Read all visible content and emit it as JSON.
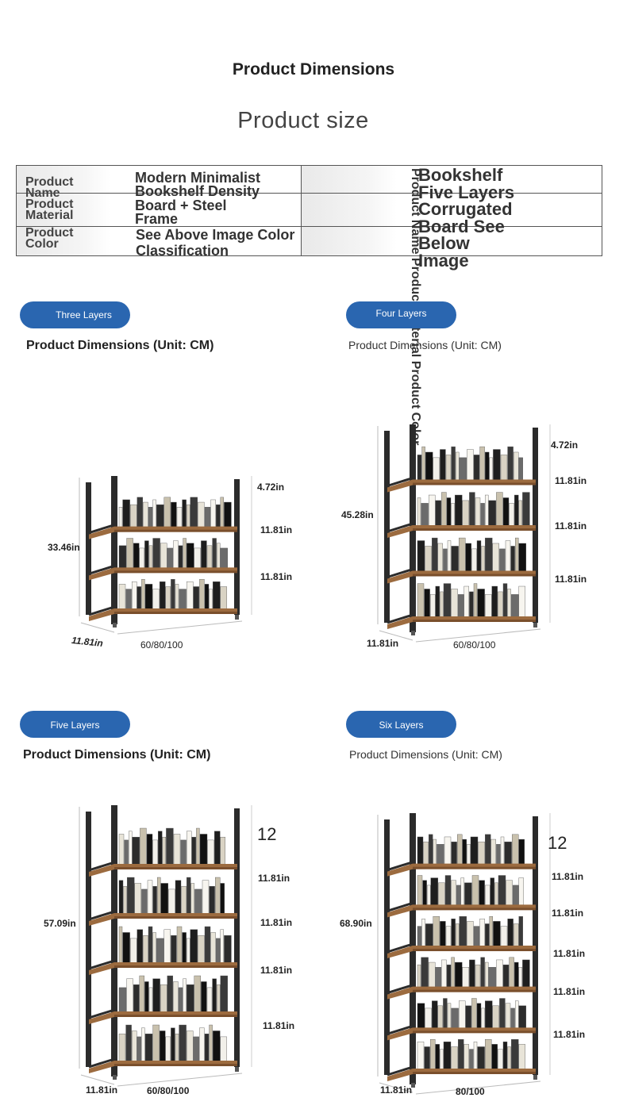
{
  "header": {
    "title": "Product Dimensions",
    "subtitle": "Product size"
  },
  "spec_table": {
    "rows": [
      {
        "label": "Product Name",
        "value": "Modern Minimalist Bookshelf Density"
      },
      {
        "label": "Product Material",
        "value": "Board + Steel Frame"
      },
      {
        "label": "Product Color",
        "value": "See Above Image Color Classification"
      }
    ],
    "right_value": "Bookshelf Five Layers Corrugated Board See Below Image",
    "vertical_text": "Product Name Product Material Product Color"
  },
  "sections": [
    {
      "pill": "Three Layers",
      "heading": "Product Dimensions (Unit: CM)",
      "height": "33.46in",
      "depth": "11.81in",
      "width": "60/80/100",
      "top_clearance": "4.72in",
      "shelf_labels": [
        "11.81in",
        "11.81in"
      ]
    },
    {
      "pill": "Four Layers",
      "heading": "Product Dimensions (Unit: CM)",
      "height": "45.28in",
      "depth": "11.81in",
      "width": "60/80/100",
      "top_clearance": "4.72in",
      "shelf_labels": [
        "11.81in",
        "11.81in",
        "11.81in"
      ]
    },
    {
      "pill": "Five Layers",
      "heading": "Product Dimensions (Unit: CM)",
      "height": "57.09in",
      "depth": "11.81in",
      "width": "60/80/100",
      "top_clearance": "12",
      "shelf_labels": [
        "11.81in",
        "11.81in",
        "11.81in",
        "11.81in"
      ]
    },
    {
      "pill": "Six Layers",
      "heading": "Product Dimensions (Unit: CM)",
      "height": "68.90in",
      "depth": "11.81in",
      "width": "80/100",
      "top_clearance": "12",
      "shelf_labels": [
        "11.81in",
        "11.81in",
        "11.81in",
        "11.81in",
        "11.81in"
      ]
    }
  ],
  "colors": {
    "pill": "#2a66b0",
    "frame": "#2b2b2b",
    "wood": "#9c6b3f"
  }
}
